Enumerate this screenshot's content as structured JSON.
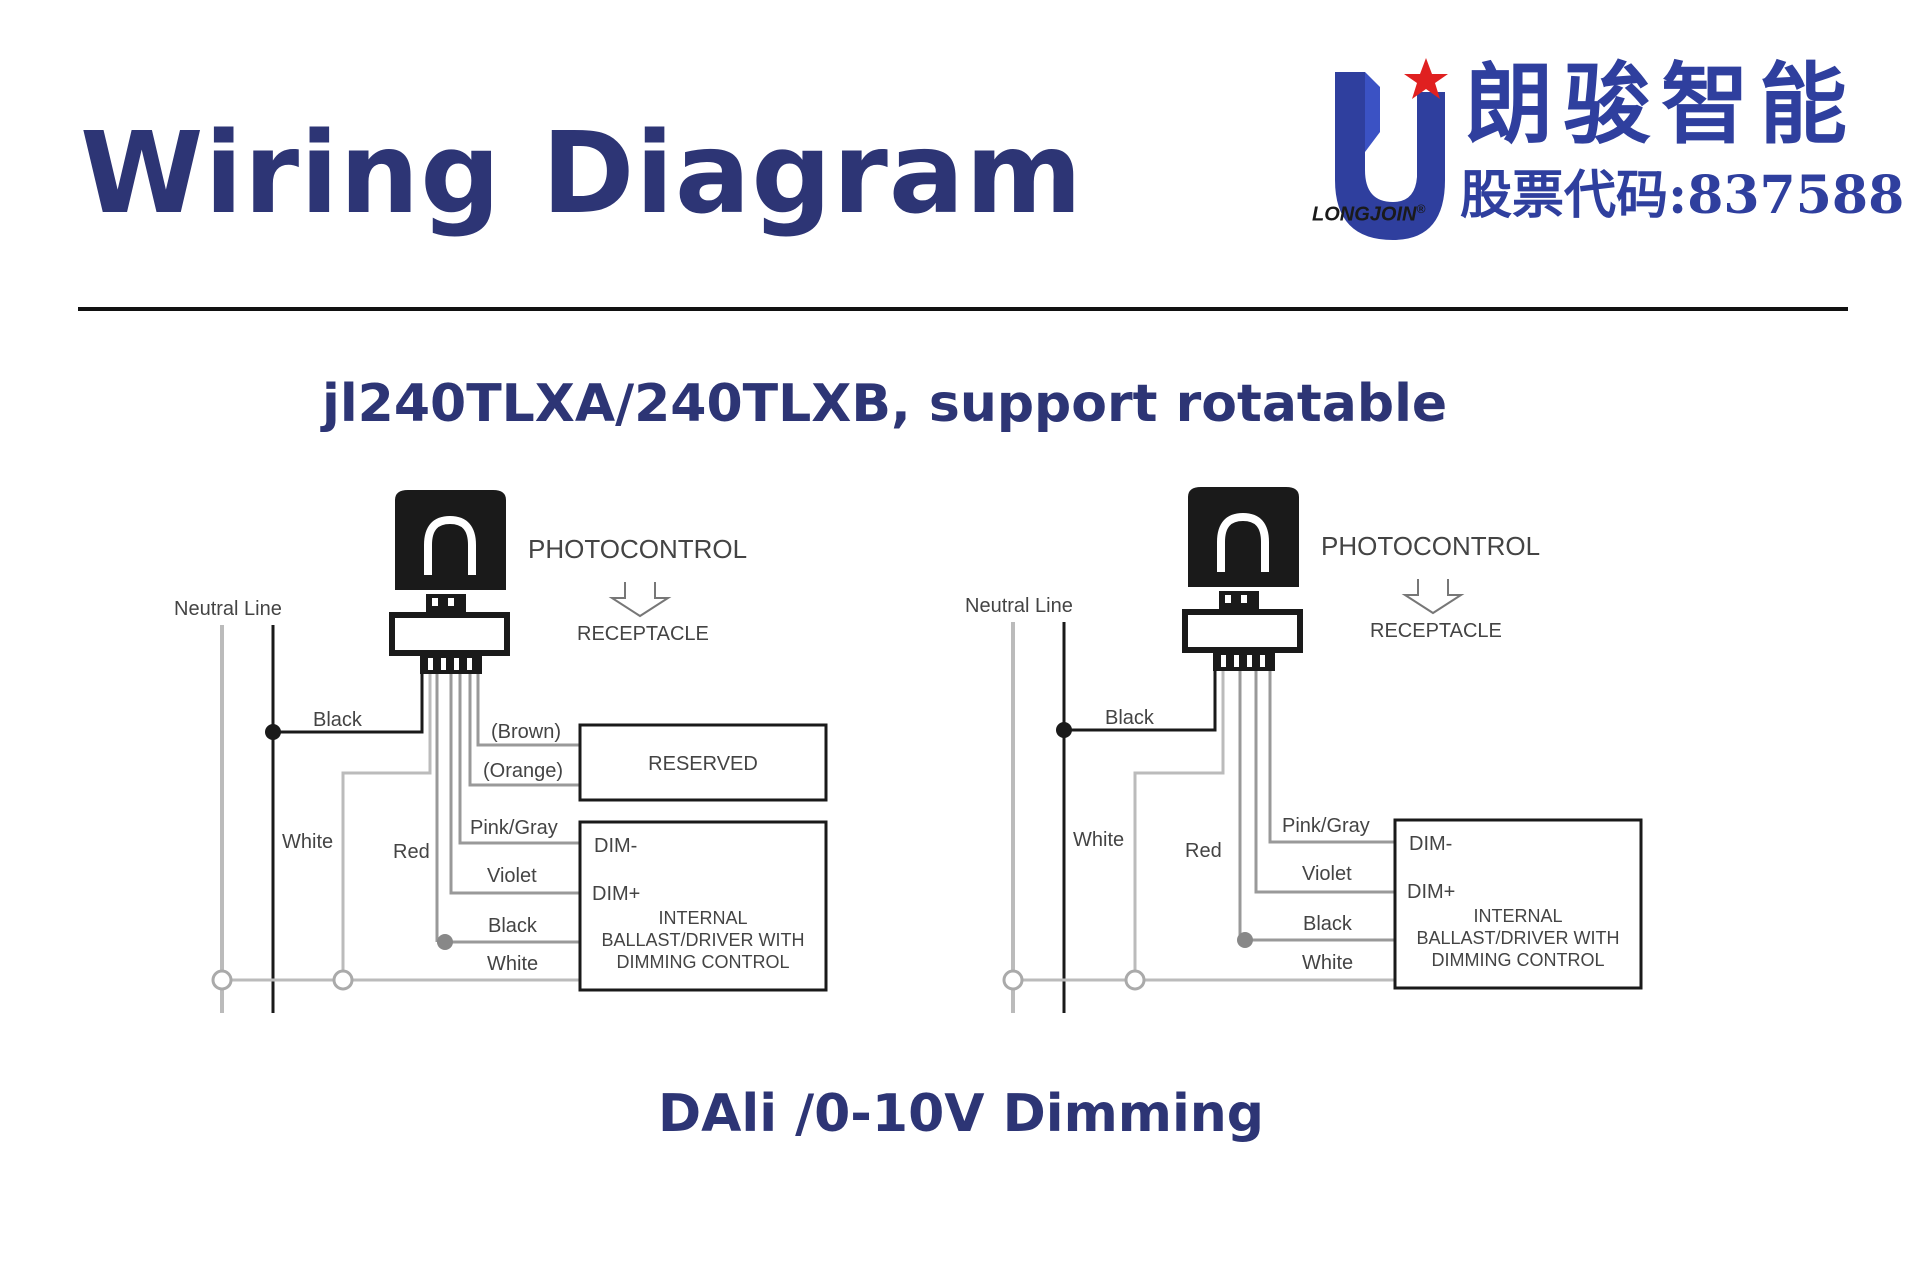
{
  "header": {
    "title": "Wiring Diagram",
    "logo": {
      "company_cn": "朗骏智能",
      "stock_code": "股票代码:837588",
      "brand": "LONGJOIN",
      "registered_mark": "®",
      "colors": {
        "primary": "#2f3f9e",
        "star": "#e02020"
      }
    }
  },
  "subtitle": "jl240TLXA/240TLXB, support rotatable",
  "caption": "DAli /0-10V Dimming",
  "diagrams": [
    {
      "photocontrol": "PHOTOCONTROL",
      "receptacle": "RECEPTACLE",
      "neutral_line": "Neutral Line",
      "wires": {
        "black": "Black",
        "white": "White",
        "red": "Red",
        "brown": "(Brown)",
        "orange": "(Orange)",
        "pink_gray": "Pink/Gray",
        "violet": "Violet",
        "black2": "Black",
        "white2": "White"
      },
      "reserved_box": "RESERVED",
      "driver_box": {
        "dim_minus": "DIM-",
        "dim_plus": "DIM+",
        "line1": "INTERNAL",
        "line2": "BALLAST/DRIVER WITH",
        "line3": "DIMMING CONTROL"
      }
    },
    {
      "photocontrol": "PHOTOCONTROL",
      "receptacle": "RECEPTACLE",
      "neutral_line": "Neutral Line",
      "wires": {
        "black": "Black",
        "white": "White",
        "red": "Red",
        "pink_gray": "Pink/Gray",
        "violet": "Violet",
        "black2": "Black",
        "white2": "White"
      },
      "driver_box": {
        "dim_minus": "DIM-",
        "dim_plus": "DIM+",
        "line1": "INTERNAL",
        "line2": "BALLAST/DRIVER WITH",
        "line3": "DIMMING CONTROL"
      }
    }
  ]
}
